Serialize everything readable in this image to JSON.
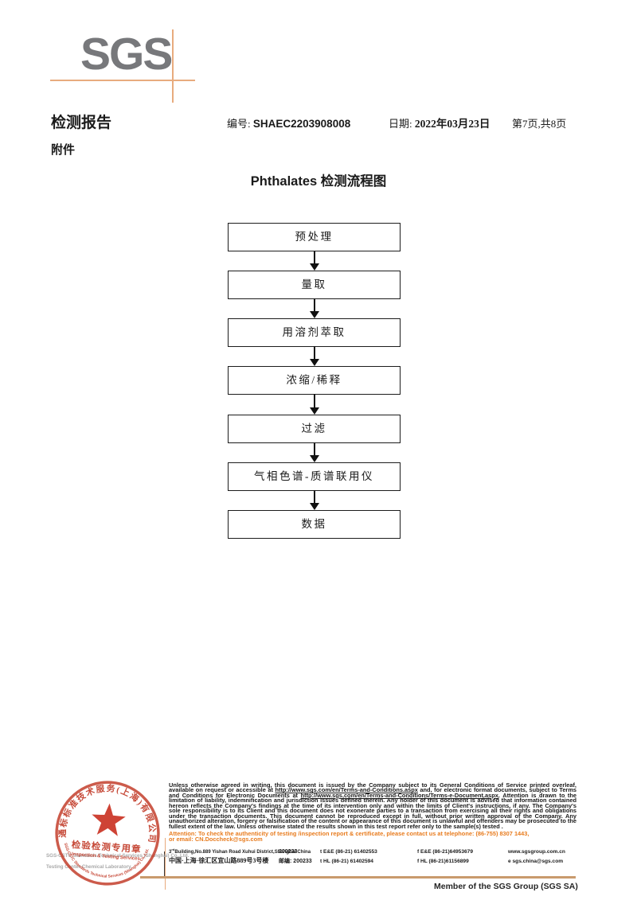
{
  "logo": {
    "text": "SGS"
  },
  "header": {
    "report_title": "检测报告",
    "no_label": "编号:",
    "no_value": "SHAEC2203908008",
    "date_label": "日期:",
    "date_value": "2022年03月23日",
    "page_info": "第7页,共8页",
    "attachment_label": "附件"
  },
  "flowchart": {
    "title": "Phthalates 检测流程图",
    "steps": [
      "预处理",
      "量取",
      "用溶剂萃取",
      "浓缩/稀释",
      "过滤",
      "气相色谱-质谱联用仪",
      "数据"
    ]
  },
  "stamp": {
    "arc_top": "通标标准技术服务(上海)有限公司",
    "center_cn": "检验检测专用章",
    "center_en": "Inspection & Testing Services",
    "arc_bottom": "SGS-CSTC Standards Technical Services (Shanghai) Co.,Ltd.",
    "company_line1": "SGS-CSTC Standards Technical Services (Shanghai) Co.,Ltd.",
    "company_line2": "Testing Center-Chemical Laboratory."
  },
  "footer": {
    "disclaimer": {
      "p1": "Unless otherwise agreed in writing, this document is issued by the Company subject to its General Conditions of Service printed overleaf, available on request or accessible at ",
      "link1": "http://www.sgs.com/en/Terms-and-Conditions.aspx",
      "p2": " and, for electronic format documents, subject to Terms and Conditions for Electronic Documents at ",
      "link2": "http://www.sgs.com/en/Terms-and-Conditions/Terms-e-Document.aspx",
      "p3": ". Attention is drawn to the limitation of liability, indemnification and jurisdiction issues defined therein. Any holder of this document is advised that information contained hereon reflects the Company's findings at the time of its intervention only and within the limits of Client's instructions, if any. The Company's sole responsibility is to its Client and this document does not exonerate parties to a transaction from exercising all their rights and obligations under the transaction documents. This document cannot be reproduced except in full, without prior written approval of the Company. Any unauthorized alteration, forgery or falsification of the content or appearance of this document is unlawful and offenders may be prosecuted to the fullest extent of the law. Unless otherwise stated the results shown in this test report refer only to the sample(s) tested ."
    },
    "attention1": "Attention: To check the authenticity of testing /inspection report & certificate, please contact us at telephone: (86-755) 8307 1443,",
    "attention2": "or email: CN.Doccheck@sgs.com",
    "address": {
      "en": {
        "bld_num": "3",
        "bld_sup": "rd",
        "addr_rest": "Building,No.889 Yishan Road Xuhui District,Shanghai China",
        "post": "200233",
        "tel": "t E&E (86-21) 61402553",
        "fax": "f E&E (86-21)64953679",
        "site": "www.sgsgroup.com.cn"
      },
      "cn": {
        "addr": "中国·上海·徐汇区宜山路889号3号楼",
        "post_label": "邮编:",
        "post": "200233",
        "tel": "t HL (86-21) 61402594",
        "fax": "f HL (86-21)61156899",
        "site": "e sgs.china@sgs.com"
      }
    },
    "member": "Member of the SGS Group (SGS SA)"
  },
  "colors": {
    "stamp_red": "#c23b28",
    "attention_orange": "#e87c1f",
    "tan_line": "#c99a6d",
    "logo_gray": "#77787b",
    "crosshair_orange": "#e8ab7e"
  }
}
